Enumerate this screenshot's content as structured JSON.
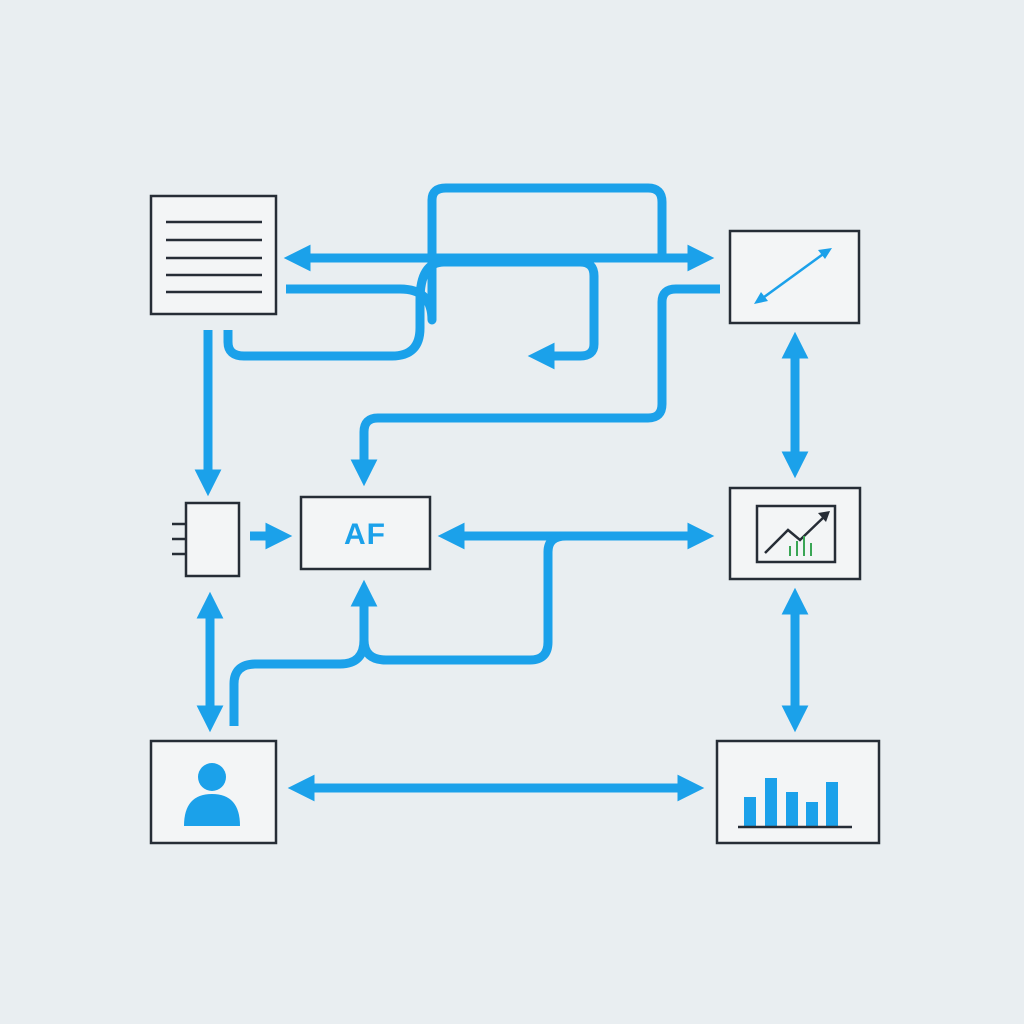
{
  "diagram": {
    "af_label": "AF",
    "colors": {
      "flow": "#1ba1ea",
      "outline": "#262d36",
      "background": "#e9eef1",
      "chart_green": "#3aa655"
    },
    "nodes": [
      {
        "id": "document",
        "icon": "document-lines-icon"
      },
      {
        "id": "resize",
        "icon": "diagonal-double-arrow-icon"
      },
      {
        "id": "connector",
        "icon": "plug-connector-icon"
      },
      {
        "id": "af",
        "icon": "text-label"
      },
      {
        "id": "trend",
        "icon": "trend-line-chart-icon"
      },
      {
        "id": "user",
        "icon": "user-icon"
      },
      {
        "id": "bars",
        "icon": "bar-chart-icon"
      }
    ]
  }
}
